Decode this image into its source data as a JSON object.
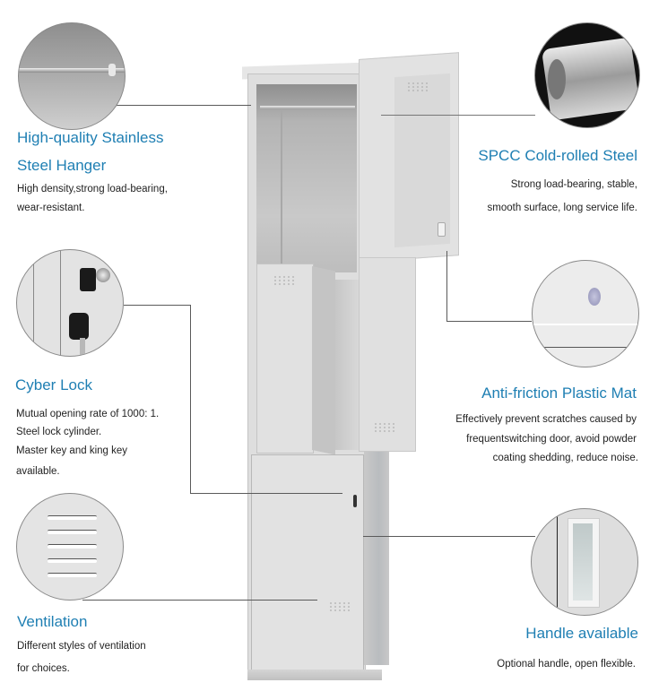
{
  "features": {
    "hanger": {
      "title_line1": "High-quality Stainless",
      "title_line2": "Steel Hanger",
      "desc_line1": "High density,strong load-bearing,",
      "desc_line2": "wear-resistant."
    },
    "steel": {
      "title": "SPCC Cold-rolled Steel",
      "desc_line1": "Strong load-bearing, stable,",
      "desc_line2": "smooth surface, long service life."
    },
    "lock": {
      "title": "Cyber Lock",
      "desc_line1": "Mutual opening rate of 1000: 1.",
      "desc_line2": "Steel lock cylinder.",
      "desc_line3": "Master key and king key",
      "desc_line4": "available."
    },
    "mat": {
      "title": "Anti-friction Plastic Mat",
      "desc_line1": "Effectively prevent scratches caused by",
      "desc_line2": "frequentswitching door, avoid powder",
      "desc_line3": "coating shedding, reduce noise."
    },
    "ventilation": {
      "title": "Ventilation",
      "desc_line1": "Different styles of ventilation",
      "desc_line2": "for choices."
    },
    "handle": {
      "title": "Handle available",
      "desc_line1": "Optional handle, open flexible."
    }
  },
  "colors": {
    "title_blue": "#1f7fb3",
    "locker_gray": "#dcdcdc",
    "text_dark": "#222222"
  }
}
